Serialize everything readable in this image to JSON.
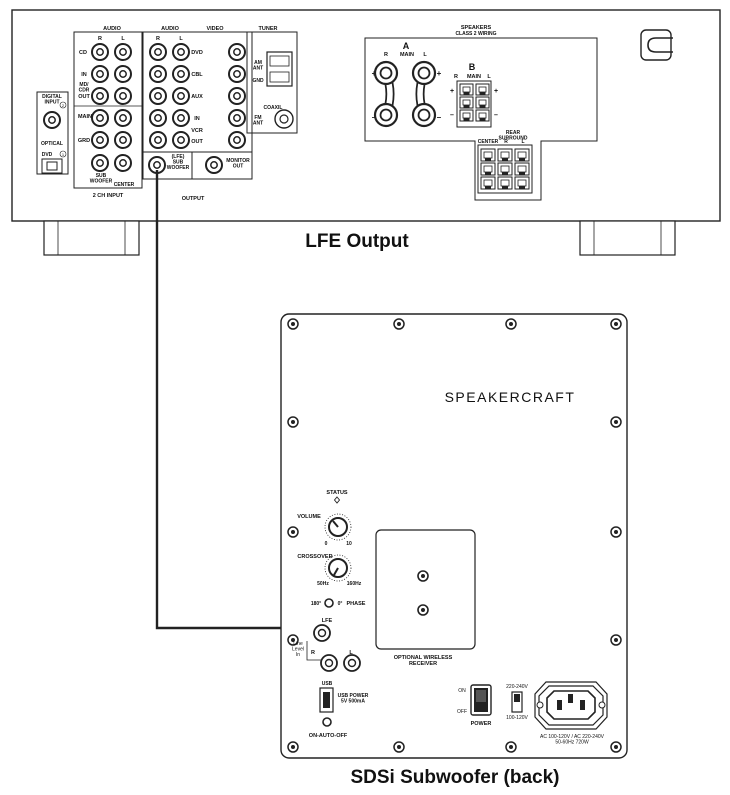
{
  "receiver": {
    "audio_label": "AUDIO",
    "audio_label_2": "AUDIO",
    "video_label": "VIDEO",
    "tuner_label": "TUNER",
    "col_r": "R",
    "col_l": "L",
    "row_cd": "CD",
    "row_in": "IN",
    "row_md_cdr": "MD/\nCDR",
    "row_out": "OUT",
    "row_main": "MAIN",
    "row_grd": "GRD",
    "sub_woofer": "SUB\nWOOFER",
    "center": "CENTER",
    "two_ch_input": "2 CH INPUT",
    "digital_input": "DIGITAL\nINPUT",
    "optical": "OPTICAL",
    "dvd_small": "DVD",
    "circle_2": "2",
    "circle_1": "1",
    "video_dvd": "DVD",
    "video_cbl": "CBL",
    "video_aux": "AUX",
    "video_in": "IN",
    "video_vcr": "VCR",
    "video_out": "OUT",
    "lfe_sub": "(LFE)\nSUB\nWOOFER",
    "monitor_out": "MONITOR\nOUT",
    "output": "OUTPUT",
    "am_ant": "AM\nANT",
    "gnd": "GND",
    "coaxil": "COAXIL",
    "fm_ant": "FM\nANT",
    "speakers": "SPEAKERS",
    "class2": "CLASS 2 WIRING",
    "spk_a": "A",
    "spk_b": "B",
    "spk_r": "R",
    "spk_main": "MAIN",
    "spk_l": "L",
    "rear_surround": "REAR\nSURROUND",
    "spk_center": "CENTER",
    "plus": "+",
    "minus": "–"
  },
  "lfe_caption": "LFE Output",
  "subwoofer": {
    "brand": "SPEAKERCRAFT",
    "status": "STATUS",
    "volume": "VOLUME",
    "vol_min": "0",
    "vol_max": "10",
    "crossover": "CROSSOVER",
    "xo_min": "50Hz",
    "xo_max": "160Hz",
    "phase_180": "180°",
    "phase_0": "0°",
    "phase": "PHASE",
    "lfe": "LFE",
    "line_level_in": "Line\nLevel\nIn",
    "r": "R",
    "l": "L",
    "usb": "USB",
    "usb_power": "USB POWER\n5V 500mA",
    "on_auto_off": "ON-AUTO-OFF",
    "optional_wireless": "OPTIONAL WIRELESS\nRECEIVER",
    "on": "ON",
    "off": "OFF",
    "power": "POWER",
    "v220": "220-240V",
    "v100": "100-120V",
    "ac_rating": "AC 100-120V / AC 220-240V\n50-60Hz 720W"
  },
  "sub_caption": "SDSi Subwoofer (back)"
}
